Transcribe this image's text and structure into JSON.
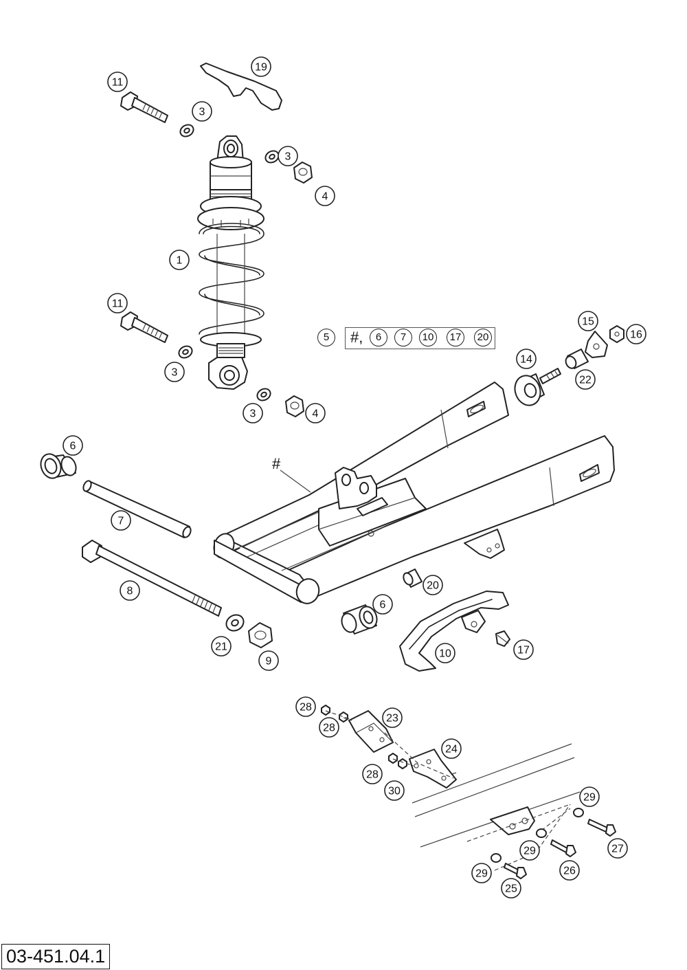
{
  "reference": "03-451.04.1",
  "assembly_symbol": "#",
  "kit": {
    "number": "5",
    "first": "#,",
    "items": [
      "6",
      "7",
      "10",
      "17",
      "20"
    ]
  },
  "callouts": [
    {
      "id": "c19a",
      "label": "19"
    },
    {
      "id": "c11a",
      "label": "11"
    },
    {
      "id": "c3a",
      "label": "3"
    },
    {
      "id": "c3b",
      "label": "3"
    },
    {
      "id": "c4a",
      "label": "4"
    },
    {
      "id": "c1",
      "label": "1"
    },
    {
      "id": "c11b",
      "label": "11"
    },
    {
      "id": "c3c",
      "label": "3"
    },
    {
      "id": "c3d",
      "label": "3"
    },
    {
      "id": "c4b",
      "label": "4"
    },
    {
      "id": "c15",
      "label": "15"
    },
    {
      "id": "c16",
      "label": "16"
    },
    {
      "id": "c14",
      "label": "14"
    },
    {
      "id": "c22",
      "label": "22"
    },
    {
      "id": "c6a",
      "label": "6"
    },
    {
      "id": "c7",
      "label": "7"
    },
    {
      "id": "c8",
      "label": "8"
    },
    {
      "id": "c20",
      "label": "20"
    },
    {
      "id": "c6b",
      "label": "6"
    },
    {
      "id": "c21",
      "label": "21"
    },
    {
      "id": "c9",
      "label": "9"
    },
    {
      "id": "c10",
      "label": "10"
    },
    {
      "id": "c17",
      "label": "17"
    },
    {
      "id": "c28a",
      "label": "28"
    },
    {
      "id": "c28b",
      "label": "28"
    },
    {
      "id": "c23",
      "label": "23"
    },
    {
      "id": "c24",
      "label": "24"
    },
    {
      "id": "c28c",
      "label": "28"
    },
    {
      "id": "c30",
      "label": "30"
    },
    {
      "id": "c29a",
      "label": "29"
    },
    {
      "id": "c27",
      "label": "27"
    },
    {
      "id": "c29b",
      "label": "29"
    },
    {
      "id": "c26",
      "label": "26"
    },
    {
      "id": "c29c",
      "label": "29"
    },
    {
      "id": "c25",
      "label": "25"
    }
  ]
}
